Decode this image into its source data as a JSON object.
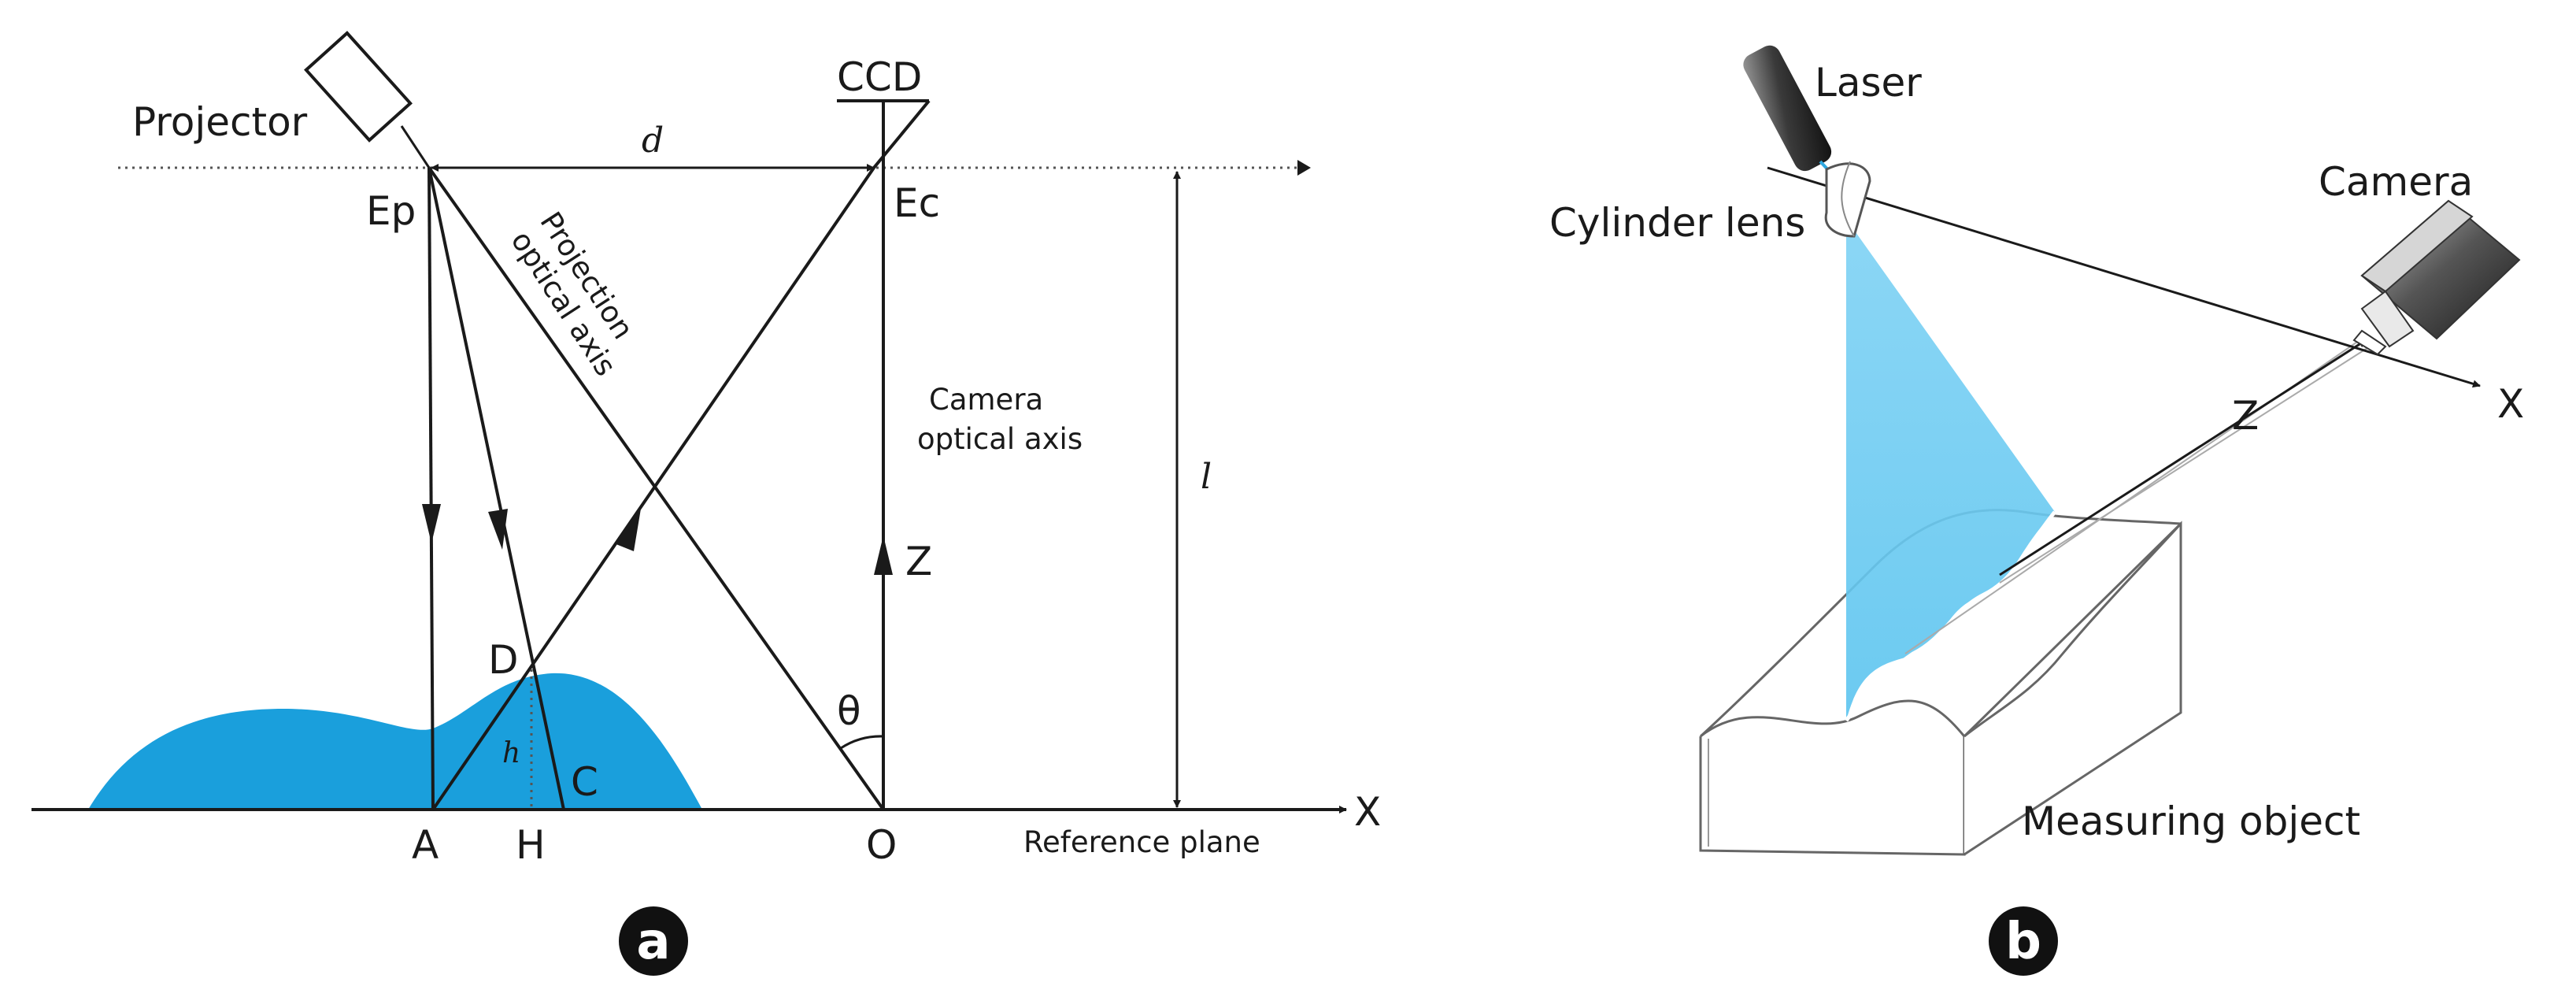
{
  "panel_a": {
    "labels": {
      "projector": "Projector",
      "ccd": "CCD",
      "d": "d",
      "ep": "Ep",
      "ec": "Ec",
      "projection_axis_line1": "Projection",
      "projection_axis_line2": "optical axis",
      "camera_axis_line1": "Camera",
      "camera_axis_line2": "optical axis",
      "l": "l",
      "z": "Z",
      "theta": "θ",
      "d_point": "D",
      "h": "h",
      "c": "C",
      "a": "A",
      "h_point": "H",
      "o": "O",
      "x": "X",
      "reference_plane": "Reference plane"
    },
    "badge": "a",
    "colors": {
      "surface": "#1a9fdc",
      "ink": "#1a1a1a"
    }
  },
  "panel_b": {
    "labels": {
      "laser": "Laser",
      "cylinder_lens": "Cylinder lens",
      "camera": "Camera",
      "x": "X",
      "z": "Z",
      "measuring_object": "Measuring object"
    },
    "badge": "b",
    "colors": {
      "light_sheet": "#5bc4ef",
      "ink": "#1a1a1a"
    }
  }
}
